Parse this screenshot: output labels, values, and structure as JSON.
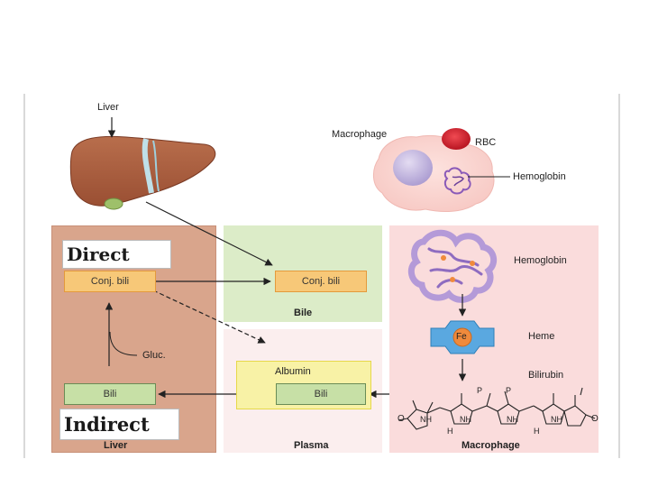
{
  "labels": {
    "liver_top": "Liver",
    "macrophage_top": "Macrophage",
    "rbc": "RBC",
    "hemoglobin_top": "Hemoglobin",
    "hemoglobin_panel": "Hemoglobin",
    "heme": "Heme",
    "fe": "Fe",
    "bilirubin": "Bilirubin",
    "gluc": "Gluc.",
    "albumin": "Albumin",
    "nh": "NH",
    "h": "H",
    "p": "P",
    "o": "O"
  },
  "boxes": {
    "conj_bili_liver": "Conj. bili",
    "conj_bili_bile": "Conj. bili",
    "bili_liver": "Bili",
    "bili_plasma": "Bili"
  },
  "panels": {
    "liver": "Liver",
    "bile": "Bile",
    "plasma": "Plasma",
    "macrophage": "Macrophage"
  },
  "callouts": {
    "direct": "Direct",
    "indirect": "Indirect"
  },
  "colors": {
    "liver_panel": "#d9a58c",
    "bile_panel": "#dcecc8",
    "plasma_panel": "#fbeeee",
    "macrophage_panel": "#fadcdc",
    "conj_bili_box": "#f7c878",
    "bili_box": "#c7e0a6",
    "albumin_box": "#f8f2a6",
    "heme_cross": "#5aa8e0",
    "fe_center": "#f08a3c",
    "rbc": "#d81b2a",
    "hemoglobin": "#9d7bc9"
  }
}
